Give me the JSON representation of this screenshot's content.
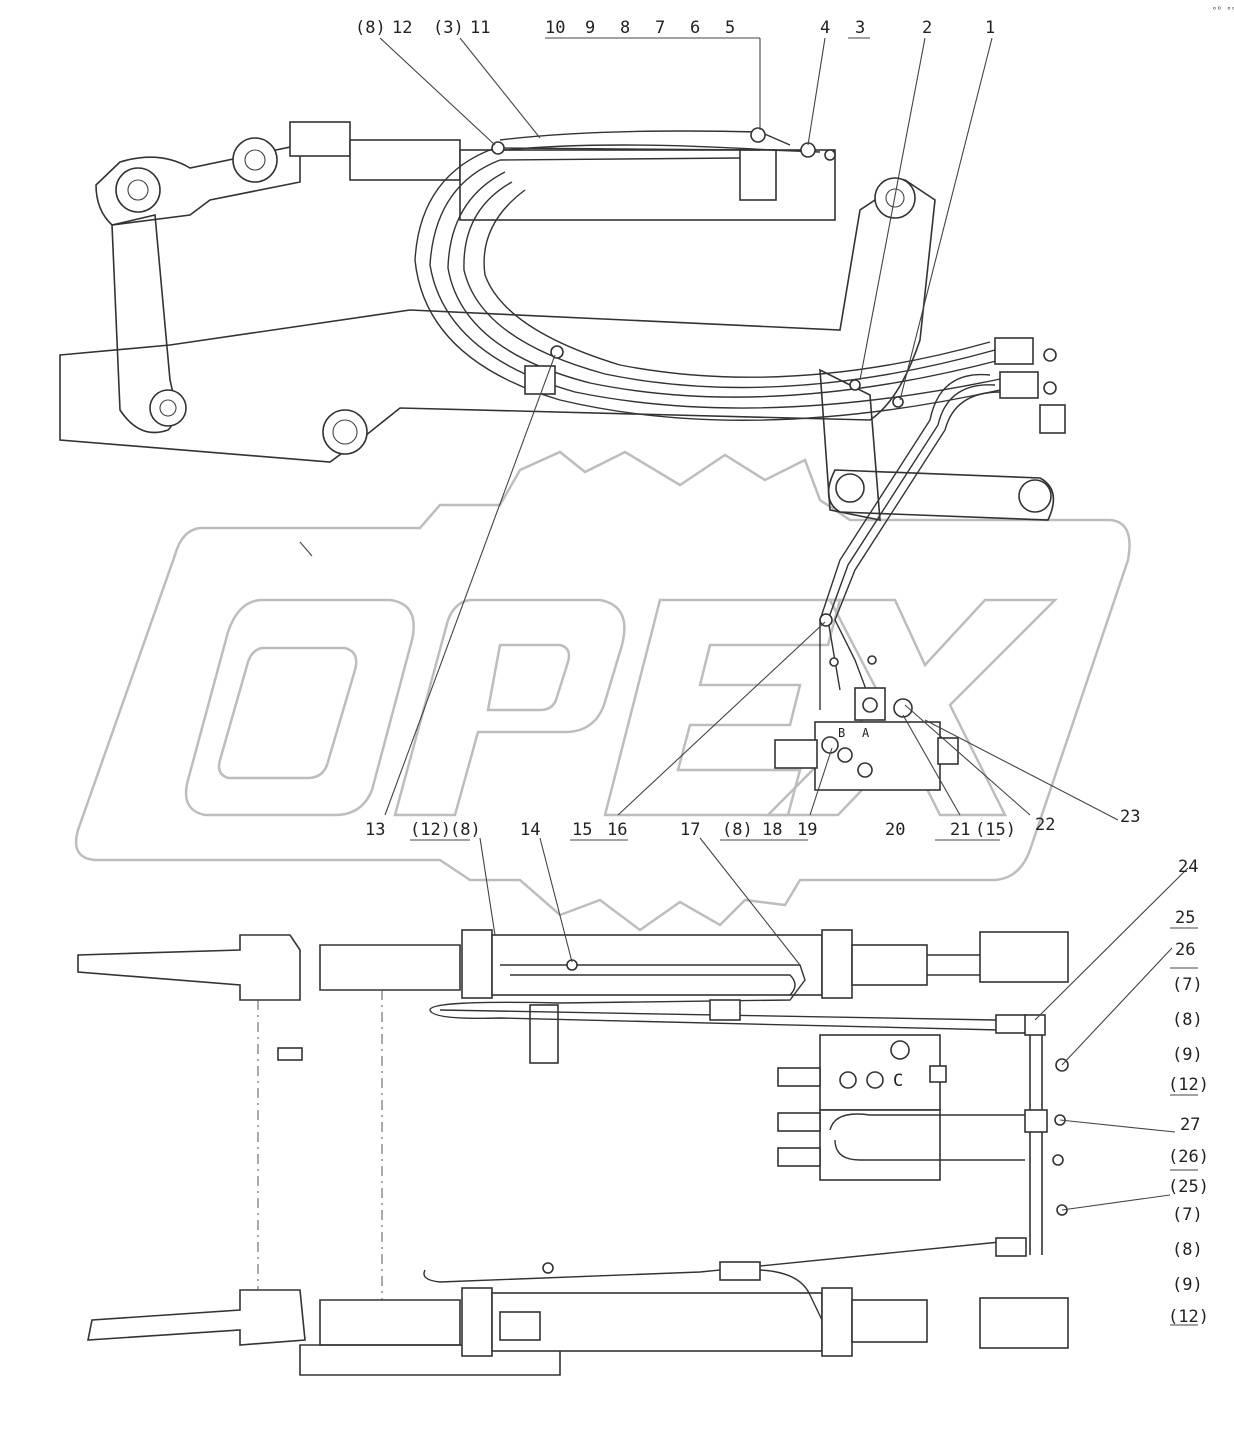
{
  "watermark": {
    "text": "OPEX"
  },
  "corner_note": "ᵒᴼ ᵒᵒᵒ",
  "callouts_top": [
    "(8)",
    "12",
    "(3)",
    "11",
    "10",
    "9",
    "8",
    "7",
    "6",
    "5",
    "4",
    "3",
    "2",
    "1"
  ],
  "callouts_mid": [
    "13",
    "(12)",
    "(8)",
    "14",
    "15",
    "16",
    "17",
    "(8)",
    "18",
    "19",
    "20",
    "21",
    "(15)",
    "22",
    "23"
  ],
  "callouts_right": [
    "24",
    "25",
    "26",
    "(7)",
    "(8)",
    "(9)",
    "(12)",
    "27",
    "(26)",
    "(25)",
    "(7)",
    "(8)",
    "(9)",
    "(12)"
  ],
  "valve_marks": {
    "b": "B",
    "a": "A",
    "c": "C"
  }
}
